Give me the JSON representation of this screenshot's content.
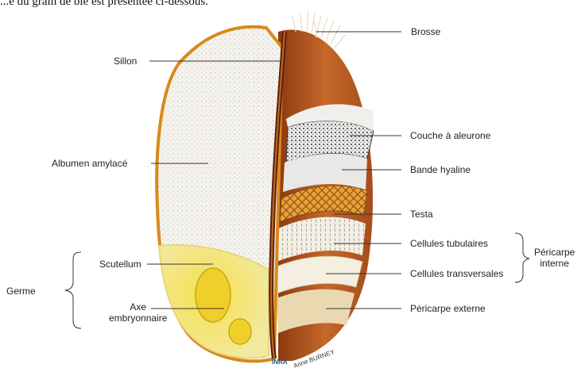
{
  "caption": "...e du grain de blé est présentée ci-dessous.",
  "labels": {
    "brosse": "Brosse",
    "sillon": "Sillon",
    "albumen": "Albumen amylacé",
    "couche_aleurone": "Couche à aleurone",
    "bande_hyaline": "Bande hyaline",
    "testa": "Testa",
    "cellules_tubulaires": "Cellules tubulaires",
    "cellules_transversales": "Cellules transversales",
    "pericarpe_interne": "Péricarpe\ninterne",
    "pericarpe_externe": "Péricarpe externe",
    "scutellum": "Scutellum",
    "axe_embryonnaire": "Axe\nembryonnaire",
    "germe": "Germe"
  },
  "credit": {
    "logo": "INRA",
    "author": "Anne BURNEY"
  },
  "colors": {
    "bran_brown": "#b5591c",
    "albumen_fill": "#f3f1ea",
    "germ_yellow": "#f2da3a",
    "testa_orange": "#d98a1a"
  }
}
